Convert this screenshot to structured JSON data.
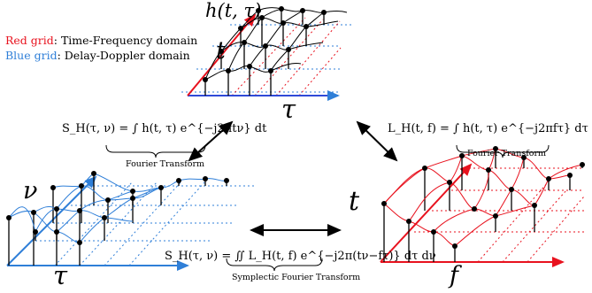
{
  "legend": {
    "red_key": "Red grid",
    "red_desc": ": Time-Frequency domain",
    "blue_key": "Blue grid",
    "blue_desc": ": Delay-Doppler domain"
  },
  "top_plot": {
    "func_label": "h(t, τ)",
    "vertical_axis": "t",
    "horizontal_axis": "τ"
  },
  "left_plot": {
    "vertical_axis": "ν",
    "horizontal_axis": "τ"
  },
  "right_plot": {
    "vertical_axis": "t",
    "horizontal_axis": "f"
  },
  "equations": {
    "left": "S_H(τ, ν) = ∫ h(t, τ) e^{−j2πtν} dt",
    "left_caption": "Fourier Transform",
    "right": "L_H(t, f) = ∫ h(t, τ) e^{−j2πfτ} dτ",
    "right_caption": "Fourier Transform",
    "bottom": "S_H(τ, ν) = ∬ L_H(t, f) e^{−j2π(tν−fτ)} dτ dν",
    "bottom_caption": "Symplectic Fourier Transform"
  },
  "colors": {
    "red": "#e8121e",
    "blue": "#2f7fd8",
    "black": "#000000"
  }
}
